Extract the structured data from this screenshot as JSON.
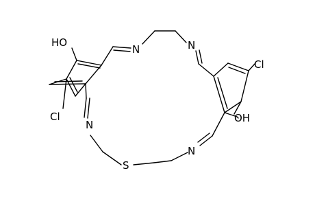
{
  "labels": {
    "hydroxyl_left": "HO",
    "chlorine_left": "Cl",
    "nitrogen_top_left": "N",
    "nitrogen_top_right": "N",
    "chlorine_right": "Cl",
    "hydroxyl_right": "OH",
    "nitrogen_bottom_left": "N",
    "nitrogen_bottom_right": "N",
    "sulfur": "S"
  },
  "colors": {
    "ink": "#000000",
    "background": "#ffffff"
  }
}
